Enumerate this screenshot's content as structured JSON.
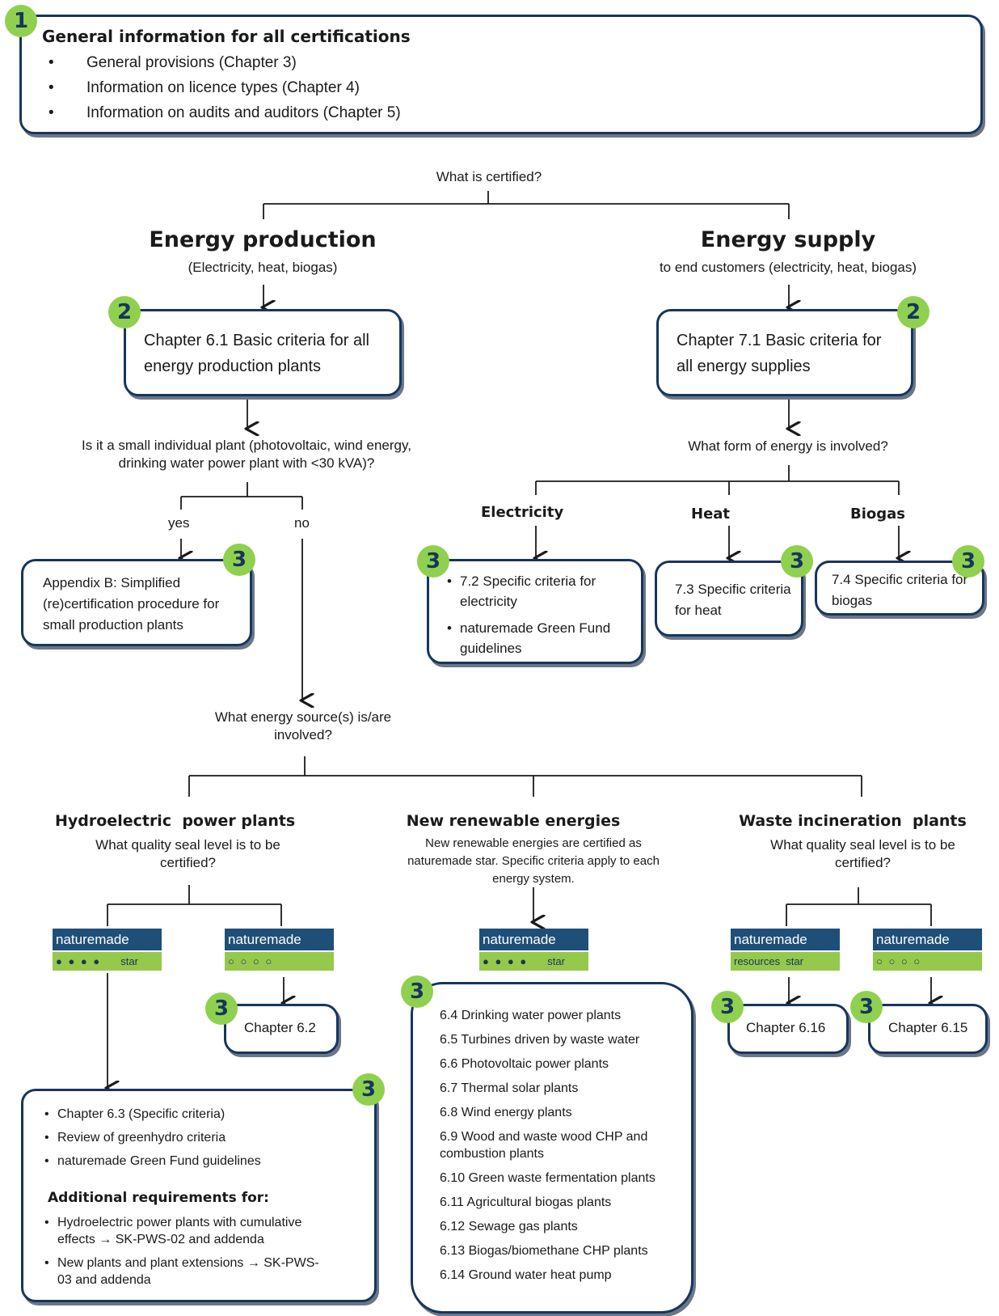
{
  "general": {
    "badge": "1",
    "title": "General information for all certifications",
    "items": [
      "General provisions (Chapter 3)",
      "Information on licence types (Chapter 4)",
      "Information on audits and auditors (Chapter 5)"
    ]
  },
  "question_certified": "What is certified?",
  "production": {
    "title": "Energy production",
    "subtitle": "(Electricity, heat, biogas)",
    "badge": "2",
    "box": "Chapter 6.1 Basic criteria for all energy production plants",
    "question_small": "Is it a small individual plant (photovoltaic, wind energy, drinking water power plant with <30 kVA)?",
    "yes": "yes",
    "no": "no",
    "appendix_badge": "3",
    "appendix": "Appendix B: Simplified (re)certification procedure for small production plants",
    "question_source": "What energy source(s) is/are involved?"
  },
  "supply": {
    "title": "Energy supply",
    "subtitle": "to end  customers (electricity, heat, biogas)",
    "badge": "2",
    "box": "Chapter 7.1 Basic criteria for all energy supplies",
    "question_form": "What form of energy is involved?",
    "electricity": {
      "label": "Electricity",
      "badge": "3",
      "items": [
        "7.2 Specific criteria for electricity",
        "naturemade Green Fund guidelines"
      ]
    },
    "heat": {
      "label": "Heat",
      "badge": "3",
      "text": "7.3 Specific criteria for heat"
    },
    "biogas": {
      "label": "Biogas",
      "badge": "3",
      "text": "7.4 Specific criteria for biogas"
    }
  },
  "hydro": {
    "title": "Hydroelectric  power plants",
    "question": "What quality seal level is to be certified?",
    "seal_star": {
      "brand": "naturemade",
      "dots": "● ● ● ●",
      "level": "star"
    },
    "seal_basic": {
      "brand": "naturemade",
      "dots": "○ ○ ○ ○"
    },
    "basic_badge": "3",
    "basic_box": "Chapter 6.2",
    "star_badge": "3",
    "star_items": [
      "Chapter 6.3 (Specific criteria)",
      "Review of greenhydro criteria",
      "naturemade Green Fund guidelines"
    ],
    "additional_title": "Additional requirements for:",
    "additional_items": [
      "Hydroelectric power plants with cumulative effects → SK-PWS-02 and addenda",
      "New plants and plant extensions → SK-PWS-03 and addenda"
    ]
  },
  "renewables": {
    "title": "New renewable energies",
    "text": "New renewable energies are certified as naturemade star. Specific criteria apply to each energy system.",
    "seal": {
      "brand": "naturemade",
      "dots": "● ● ● ●",
      "level": "star"
    },
    "badge": "3",
    "items": [
      "6.4 Drinking water power plants",
      "6.5 Turbines driven by waste water",
      "6.6 Photovoltaic power plants",
      "6.7 Thermal solar plants",
      "6.8 Wind energy plants",
      "6.9 Wood and waste wood CHP and combustion plants",
      "6.10 Green waste fermentation plants",
      "6.11 Agricultural biogas plants",
      "6.12 Sewage gas plants",
      "6.13 Biogas/biomethane CHP plants",
      "6.14 Ground water heat pump"
    ]
  },
  "waste": {
    "title": "Waste incineration  plants",
    "question": "What quality seal level is to be certified?",
    "seal_resources": {
      "brand": "naturemade",
      "level": "resources  star"
    },
    "seal_basic": {
      "brand": "naturemade",
      "dots": "○ ○ ○ ○"
    },
    "resources_badge": "3",
    "resources_box": "Chapter 6.16",
    "basic_badge": "3",
    "basic_box": "Chapter 6.15"
  },
  "colors": {
    "navy": "#17355e",
    "green": "#8fd14f",
    "seal_blue": "#1e4f78",
    "seal_green": "#94c94c"
  }
}
